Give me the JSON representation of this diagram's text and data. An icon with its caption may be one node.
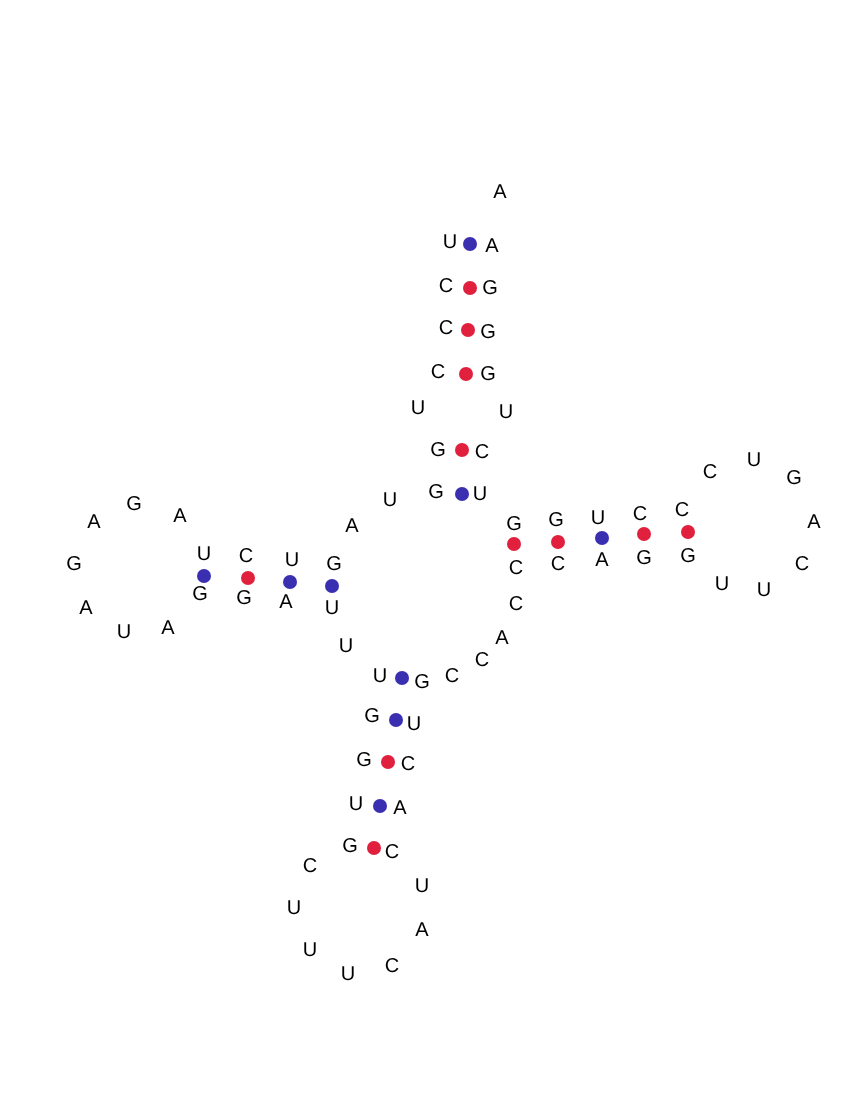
{
  "diagram": {
    "labels": [
      "A",
      "U",
      "A",
      "C",
      "G",
      "C",
      "G",
      "C",
      "G",
      "U",
      "U",
      "G",
      "C",
      "U",
      "C",
      "G",
      "G",
      "U",
      "U",
      "G",
      "A",
      "C",
      "C",
      "U",
      "G",
      "G",
      "A",
      "A",
      "A",
      "U",
      "C",
      "U",
      "G",
      "G",
      "G",
      "G",
      "A",
      "C",
      "C",
      "C",
      "U",
      "U",
      "G",
      "G",
      "A",
      "C",
      "U",
      "A",
      "A",
      "U",
      "A",
      "U",
      "C",
      "U",
      "C",
      "G",
      "G",
      "U",
      "G",
      "C",
      "U",
      "A",
      "G",
      "C",
      "C",
      "U",
      "U",
      "A",
      "U",
      "C",
      "U"
    ]
  }
}
